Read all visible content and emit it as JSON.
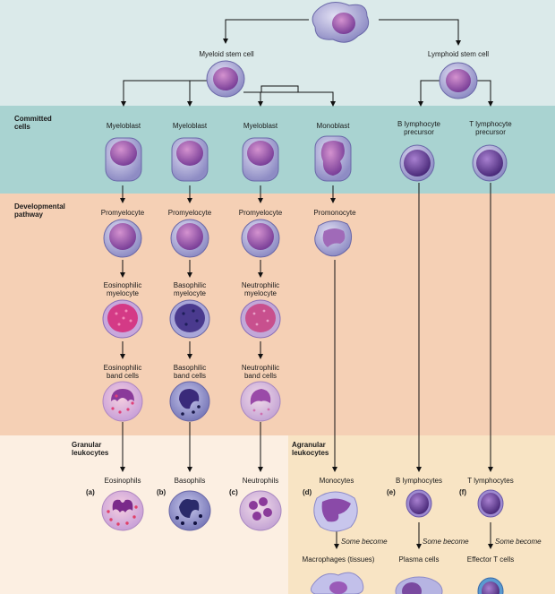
{
  "sections": {
    "committed": "Committed\ncells",
    "developmental": "Developmental\npathway",
    "granular": "Granular\nleukocytes",
    "agranular": "Agranular\nleukocytes"
  },
  "stem": {
    "myeloid": "Myeloid stem cell",
    "lymphoid": "Lymphoid stem cell"
  },
  "committed": {
    "myeloblast_1": "Myeloblast",
    "myeloblast_2": "Myeloblast",
    "myeloblast_3": "Myeloblast",
    "monoblast": "Monoblast",
    "b_precursor": "B lymphocyte\nprecursor",
    "t_precursor": "T lymphocyte\nprecursor"
  },
  "dev": {
    "promyelocyte_1": "Promyelocyte",
    "promyelocyte_2": "Promyelocyte",
    "promyelocyte_3": "Promyelocyte",
    "promonocyte": "Promonocyte",
    "eos_myelocyte": "Eosinophilic\nmyelocyte",
    "baso_myelocyte": "Basophilic\nmyelocyte",
    "neut_myelocyte": "Neutrophilic\nmyelocyte",
    "eos_band": "Eosinophilic\nband cells",
    "baso_band": "Basophilic\nband cells",
    "neut_band": "Neutrophilic\nband cells"
  },
  "final": {
    "eosinophils": "Eosinophils",
    "basophils": "Basophils",
    "neutrophils": "Neutrophils",
    "monocytes": "Monocytes",
    "b_lymphocytes": "B lymphocytes",
    "t_lymphocytes": "T lymphocytes"
  },
  "letters": {
    "a": "(a)",
    "b": "(b)",
    "c": "(c)",
    "d": "(d)",
    "e": "(e)",
    "f": "(f)"
  },
  "some_become": "Some become",
  "derived": {
    "macrophages": "Macrophages (tissues)",
    "plasma": "Plasma cells",
    "effector_t": "Effector T cells"
  },
  "colors": {
    "membrane": "#b6b4dc",
    "nucleus": "#8a4fa8",
    "eos_granules": "#d9507a",
    "baso_granules": "#3a3a8a",
    "neut_granules": "#c890c8"
  }
}
